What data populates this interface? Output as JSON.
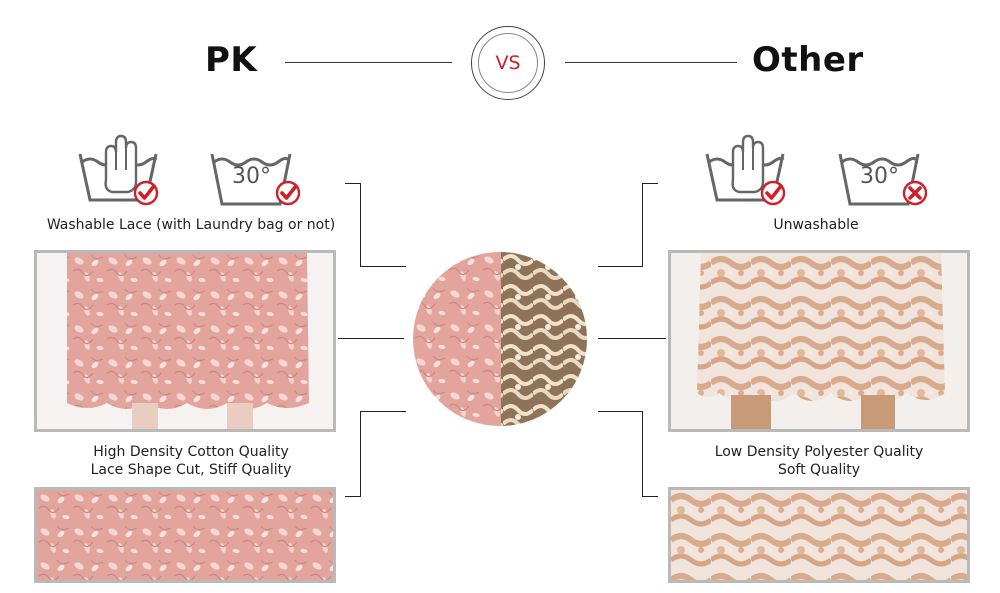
{
  "header": {
    "left_brand": "PK",
    "vs_label": "VS",
    "right_brand": "Other"
  },
  "left": {
    "wash_caption": "Washable Lace (with Laundry bag or not)",
    "temp_label": "30°",
    "quality_line1": "High Density Cotton Quality",
    "quality_line2": "Lace Shape Cut, Stiff Quality"
  },
  "right": {
    "wash_caption": "Unwashable",
    "temp_label": "30°",
    "quality_line1": "Low Density Polyester Quality",
    "quality_line2": "Soft Quality"
  },
  "colors": {
    "accent_red": "#d0202a",
    "pk_lace": "#e5a9a3",
    "other_lace": "#e6c1a7",
    "frame_gray": "#b9b9b9"
  },
  "icons": {
    "hand_wash": "hand-wash-icon",
    "wash_30": "wash-30-icon",
    "check": "check-badge-icon",
    "cross": "cross-badge-icon"
  }
}
